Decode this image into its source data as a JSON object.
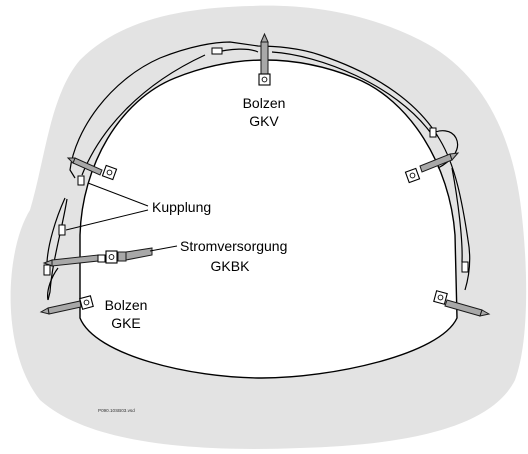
{
  "diagram": {
    "labels": {
      "bolzen_top": "Bolzen",
      "gkv": "GKV",
      "kupplung": "Kupplung",
      "stromversorgung": "Stromversorgung",
      "gkbk": "GKBK",
      "bolzen_left": "Bolzen",
      "gke": "GKE",
      "file_name": "P090.10SB03.vsd"
    },
    "colors": {
      "rock": "#e3e3e3",
      "tunnel": "#ffffff",
      "outline": "#000000",
      "bolt_body": "#a8a8a8",
      "bolt_outline": "#1a1a1a"
    },
    "icons": [
      "rock-bolt-icon",
      "connector-box-icon",
      "cable-coupling-icon",
      "power-supply-plug-icon"
    ]
  }
}
